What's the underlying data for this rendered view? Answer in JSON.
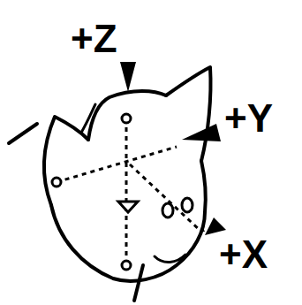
{
  "diagram": {
    "labels": [
      "+Z",
      "+Y",
      "+X"
    ]
  }
}
